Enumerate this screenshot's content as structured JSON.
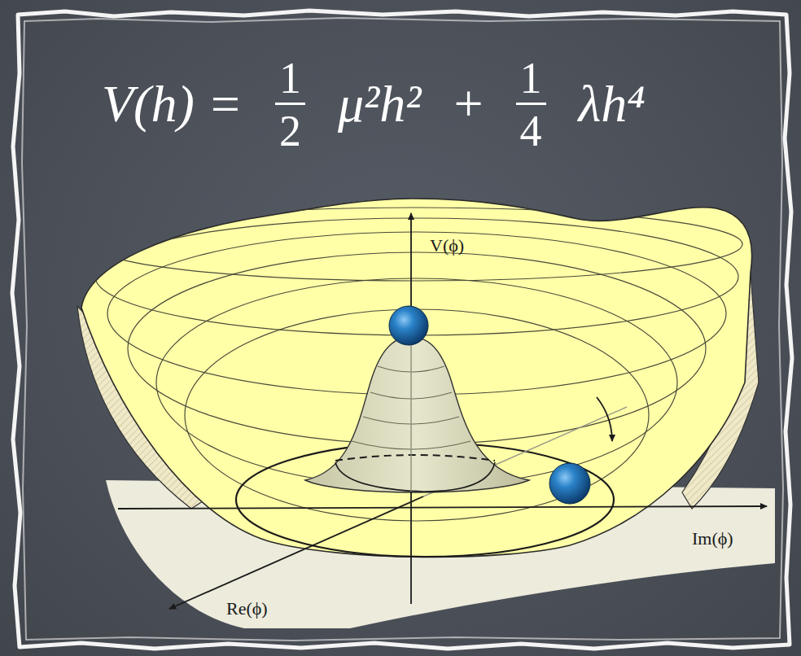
{
  "diagram": {
    "labels": [
      "V(h) =",
      "1",
      "2",
      "μ²h²",
      "+",
      "1",
      "4",
      "λh⁴",
      "V(ϕ)",
      "Im(ϕ)",
      "Re(ϕ)"
    ]
  }
}
